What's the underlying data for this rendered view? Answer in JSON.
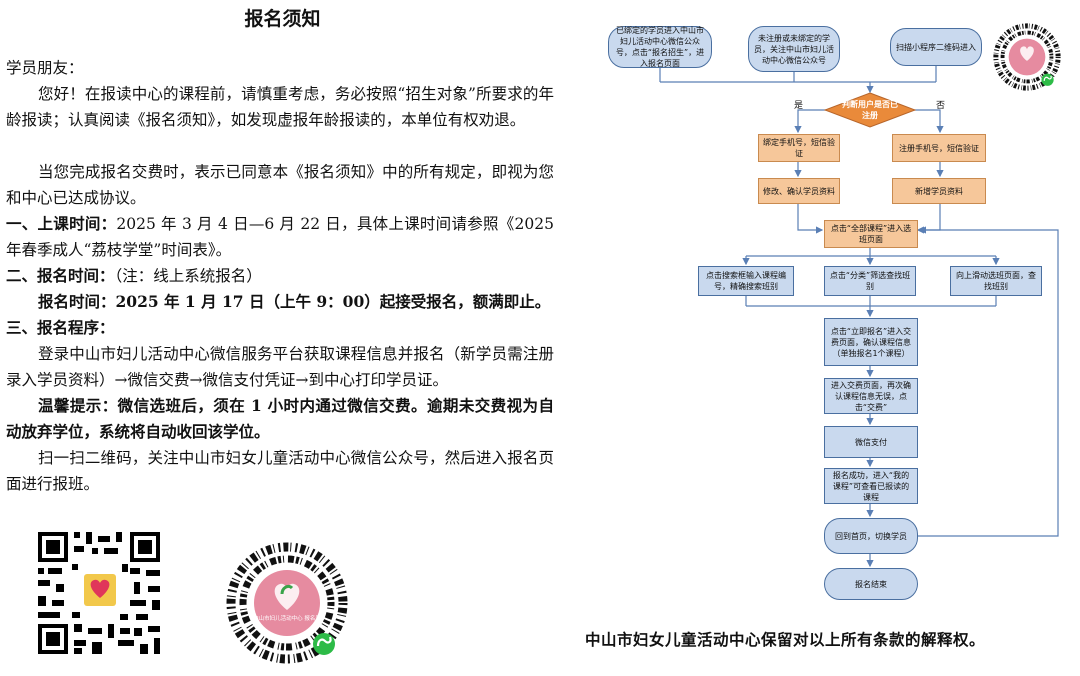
{
  "title": "报名须知",
  "greeting": "学员朋友：",
  "intro_1": "您好！在报读中心的课程前，请慎重考虑，务必按照“招生对象”所要求的年龄报读；认真阅读《报名须知》，如发现虚报年龄报读的，本单位有权劝退。",
  "intro_2": "当您完成报名交费时，表示已同意本《报名须知》中的所有规定，即视为您和中心已达成协议。",
  "section_1": {
    "heading": "一、上课时间：",
    "text": "2025 年 3 月 4 日—6 月 22 日，具体上课时间请参照《2025 年春季成人“荔枝学堂”时间表》。"
  },
  "section_2": {
    "heading": "二、报名时间：",
    "note": "（注：线上系统报名）",
    "text": "报名时间：2025 年 1 月 17 日（上午 9：00）起接受报名，额满即止。"
  },
  "section_3": {
    "heading": "三、报名程序：",
    "text": "登录中山市妇儿活动中心微信服务平台获取课程信息并报名（新学员需注册录入学员资料）→微信交费→微信支付凭证→到中心打印学员证。",
    "tip": "温馨提示：微信选班后，须在 1 小时内通过微信交费。逾期未交费视为自动放弃学位，系统将自动收回该学位。",
    "scan": "扫一扫二维码，关注中山市妇女儿童活动中心微信公众号，然后进入报名页面进行报班。"
  },
  "miniprogram_text": "中山市妇儿活动中心 报名号",
  "flowchart": {
    "start_a": "已绑定的学员进入中山市妇儿活动中心微信公众号，点击“报名招生”，进入报名页面",
    "start_b": "未注册或未绑定的学员，关注中山市妇儿活动中心微信公众号",
    "start_c": "扫描小程序二维码进入",
    "decision": "判断用户是否已注册",
    "yes": "是",
    "no": "否",
    "bind_phone": "绑定手机号，短信验证",
    "reg_phone": "注册手机号，短信验证",
    "edit_info": "修改、确认学员资料",
    "new_info": "新增学员资料",
    "all_courses": "点击“全部课程”进入选班页面",
    "search": "点击搜索框输入课程编号，精确搜索班别",
    "category": "点击“分类”筛选查找班别",
    "scroll": "向上滑动选班页面，查找班别",
    "apply": "点击“立即报名”进入交费页面，确认课程信息（单独报名1个课程）",
    "pay_page": "进入交费页面，再次确认课程信息无误，点击“交费”",
    "wechat_pay": "微信支付",
    "success": "报名成功，进入“我的课程”可查看已报读的课程",
    "home": "回到首页，切换学员",
    "end": "报名结束"
  },
  "footer": "中山市妇女儿童活动中心保留对以上所有条款的解释权。"
}
